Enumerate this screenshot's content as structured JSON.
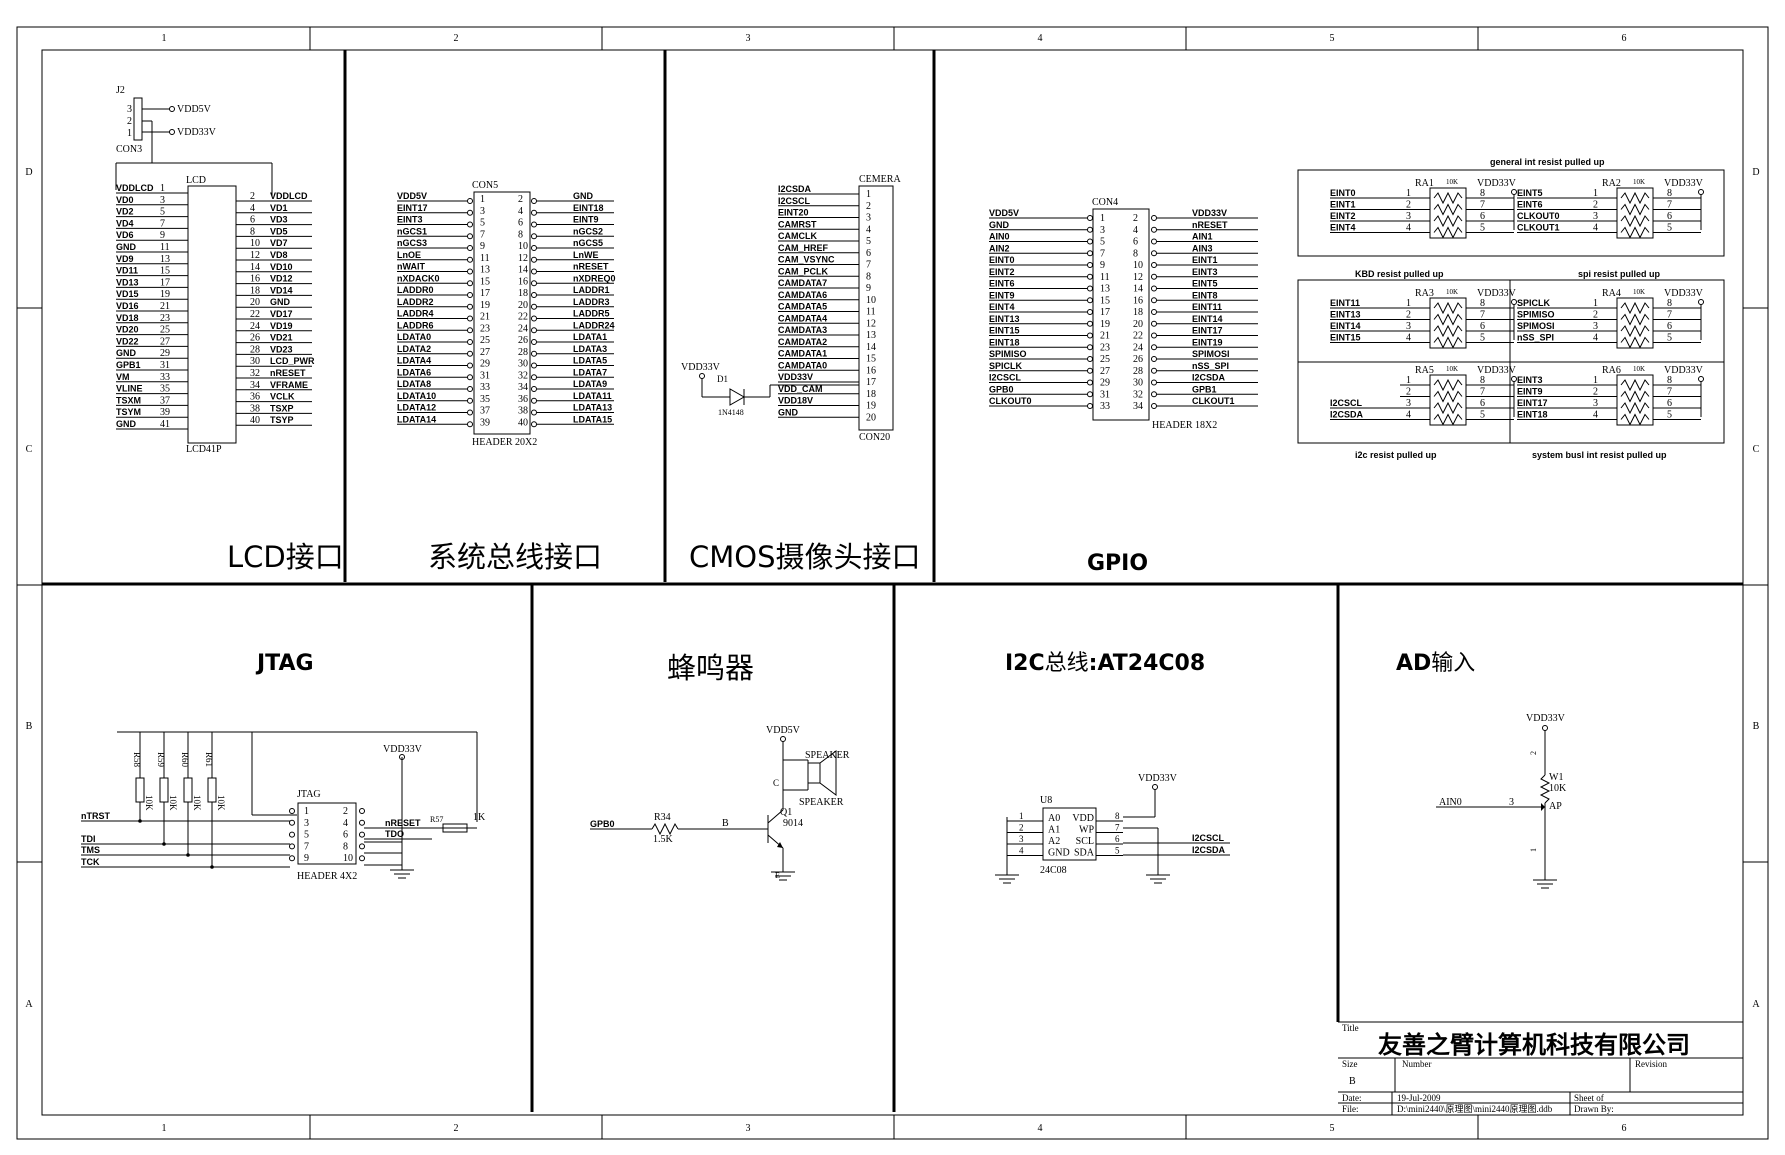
{
  "border": {
    "cols": [
      "1",
      "2",
      "3",
      "4",
      "5",
      "6"
    ],
    "rows": [
      "D",
      "C",
      "B",
      "A"
    ]
  },
  "lcd": {
    "title": "LCD接口",
    "j2": "J2",
    "j2_pins": [
      "3",
      "2",
      "1"
    ],
    "j2_nets": [
      "VDD5V",
      "VDD33V"
    ],
    "con3": "CON3",
    "lcd_label": "LCD",
    "part": "LCD41P",
    "left": [
      [
        "VDDLCD",
        "1"
      ],
      [
        "VD0",
        "3"
      ],
      [
        "VD2",
        "5"
      ],
      [
        "VD4",
        "7"
      ],
      [
        "VD6",
        "9"
      ],
      [
        "GND",
        "11"
      ],
      [
        "VD9",
        "13"
      ],
      [
        "VD11",
        "15"
      ],
      [
        "VD13",
        "17"
      ],
      [
        "VD15",
        "19"
      ],
      [
        "VD16",
        "21"
      ],
      [
        "VD18",
        "23"
      ],
      [
        "VD20",
        "25"
      ],
      [
        "VD22",
        "27"
      ],
      [
        "GND",
        "29"
      ],
      [
        "GPB1",
        "31"
      ],
      [
        "VM",
        "33"
      ],
      [
        "VLINE",
        "35"
      ],
      [
        "TSXM",
        "37"
      ],
      [
        "TSYM",
        "39"
      ],
      [
        "GND",
        "41"
      ]
    ],
    "right": [
      [
        "2",
        "VDDLCD"
      ],
      [
        "4",
        "VD1"
      ],
      [
        "6",
        "VD3"
      ],
      [
        "8",
        "VD5"
      ],
      [
        "10",
        "VD7"
      ],
      [
        "12",
        "VD8"
      ],
      [
        "14",
        "VD10"
      ],
      [
        "16",
        "VD12"
      ],
      [
        "18",
        "VD14"
      ],
      [
        "20",
        "GND"
      ],
      [
        "22",
        "VD17"
      ],
      [
        "24",
        "VD19"
      ],
      [
        "26",
        "VD21"
      ],
      [
        "28",
        "VD23"
      ],
      [
        "30",
        "LCD_PWR"
      ],
      [
        "32",
        "nRESET"
      ],
      [
        "34",
        "VFRAME"
      ],
      [
        "36",
        "VCLK"
      ],
      [
        "38",
        "TSXP"
      ],
      [
        "40",
        "TSYP"
      ]
    ]
  },
  "bus": {
    "title": "系统总线接口",
    "con": "CON5",
    "part": "HEADER 20X2",
    "left": [
      "VDD5V",
      "EINT17",
      "EINT3",
      "nGCS1",
      "nGCS3",
      "LnOE",
      "nWAIT",
      "nXDACK0",
      "LADDR0",
      "LADDR2",
      "LADDR4",
      "LADDR6",
      "LDATA0",
      "LDATA2",
      "LDATA4",
      "LDATA6",
      "LDATA8",
      "LDATA10",
      "LDATA12",
      "LDATA14"
    ],
    "right": [
      "GND",
      "EINT18",
      "EINT9",
      "nGCS2",
      "nGCS5",
      "LnWE",
      "nRESET",
      "nXDREQ0",
      "LADDR1",
      "LADDR3",
      "LADDR5",
      "LADDR24",
      "LDATA1",
      "LDATA3",
      "LDATA5",
      "LDATA7",
      "LDATA9",
      "LDATA11",
      "LDATA13",
      "LDATA15"
    ]
  },
  "cam": {
    "title": "CMOS摄像头接口",
    "con": "CEMERA",
    "part": "CON20",
    "diode_net": "VDD33V",
    "diode": "D1",
    "diode_part": "1N4148",
    "nets": [
      "I2CSDA",
      "I2CSCL",
      "EINT20",
      "CAMRST",
      "CAMCLK",
      "CAM_HREF",
      "CAM_VSYNC",
      "CAM_PCLK",
      "CAMDATA7",
      "CAMDATA6",
      "CAMDATA5",
      "CAMDATA4",
      "CAMDATA3",
      "CAMDATA2",
      "CAMDATA1",
      "CAMDATA0",
      "VDD33V",
      "VDD_CAM",
      "VDD18V",
      "GND"
    ]
  },
  "gpio": {
    "title": "GPIO",
    "con": "CON4",
    "part": "HEADER 18X2",
    "left": [
      "VDD5V",
      "GND",
      "AIN0",
      "AIN2",
      "EINT0",
      "EINT2",
      "EINT6",
      "EINT9",
      "EINT4",
      "EINT13",
      "EINT15",
      "EINT18",
      "SPIMISO",
      "SPICLK",
      "I2CSCL",
      "GPB0",
      "CLKOUT0"
    ],
    "right": [
      "VDD33V",
      "nRESET",
      "AIN1",
      "AIN3",
      "EINT1",
      "EINT3",
      "EINT5",
      "EINT8",
      "EINT11",
      "EINT14",
      "EINT17",
      "EINT19",
      "SPIMOSI",
      "nSS_SPI",
      "I2CSDA",
      "GPB1",
      "CLKOUT1"
    ],
    "ra_titles": [
      "general int resist pulled up",
      "KBD resist pulled up",
      "spi resist pulled up",
      "i2c resist pulled up",
      "system busl int resist pulled up"
    ],
    "vdd": "VDD33V",
    "res_val": "10K",
    "packs": [
      {
        "name": "RA1",
        "nets": [
          "EINT0",
          "EINT1",
          "EINT2",
          "EINT4"
        ]
      },
      {
        "name": "RA2",
        "nets": [
          "EINT5",
          "EINT6",
          "CLKOUT0",
          "CLKOUT1"
        ]
      },
      {
        "name": "RA3",
        "nets": [
          "EINT11",
          "EINT13",
          "EINT14",
          "EINT15"
        ]
      },
      {
        "name": "RA4",
        "nets": [
          "SPICLK",
          "SPIMISO",
          "SPIMOSI",
          "nSS_SPI"
        ]
      },
      {
        "name": "RA5",
        "nets": [
          "",
          "",
          "I2CSCL",
          "I2CSDA"
        ]
      },
      {
        "name": "RA6",
        "nets": [
          "EINT3",
          "EINT9",
          "EINT17",
          "EINT18"
        ]
      }
    ]
  },
  "jtag": {
    "title": "JTAG",
    "net": "VDD33V",
    "res": [
      "R58",
      "R59",
      "R60",
      "R61"
    ],
    "val": "10K",
    "con": "JTAG",
    "part": "HEADER 4X2",
    "left": [
      "nTRST",
      "TDI",
      "TMS",
      "TCK"
    ],
    "right": [
      "nRESET",
      "TDO"
    ],
    "r57": "R57",
    "r57v": "1K",
    "pins_l": [
      "1",
      "3",
      "5",
      "7",
      "9"
    ],
    "pins_r": [
      "2",
      "4",
      "6",
      "8",
      "10"
    ]
  },
  "buzzer": {
    "title": "蜂鸣器",
    "net": "VDD5V",
    "spk": "SPEAKER",
    "spk2": "SPEAKER",
    "gpb": "GPB0",
    "r": "R34",
    "rv": "1.5K",
    "b": "B",
    "c": "C",
    "q": "Q1",
    "qp": "9014",
    "e": "E"
  },
  "i2c": {
    "title_a": "I2C",
    "title_b": "总线",
    "title_c": ":AT24C08",
    "u": "U8",
    "part": "24C08",
    "net": "VDD33V",
    "lpins": [
      "A0",
      "A1",
      "A2",
      "GND"
    ],
    "rpins": [
      "VDD",
      "WP",
      "SCL",
      "SDA"
    ],
    "lnum": [
      "1",
      "2",
      "3",
      "4"
    ],
    "rnum": [
      "8",
      "7",
      "6",
      "5"
    ],
    "nets": [
      "I2CSCL",
      "I2CSDA"
    ]
  },
  "ad": {
    "title_a": "AD",
    "title_b": "输入",
    "net": "VDD33V",
    "w": "W1",
    "wv": "10K",
    "ap": "AP",
    "ain": "AIN0",
    "p3": "3",
    "p2": "2",
    "p1": "1"
  },
  "titleblock": {
    "title_lbl": "Title",
    "company": "友善之臂计算机科技有限公司",
    "size_lbl": "Size",
    "size": "B",
    "number_lbl": "Number",
    "rev_lbl": "Revision",
    "date_lbl": "Date:",
    "date": "19-Jul-2009",
    "sheet": "Sheet    of",
    "file_lbl": "File:",
    "file": "D:\\mini2440\\原理图\\mini2440原理图.ddb",
    "drawn": "Drawn By:"
  }
}
